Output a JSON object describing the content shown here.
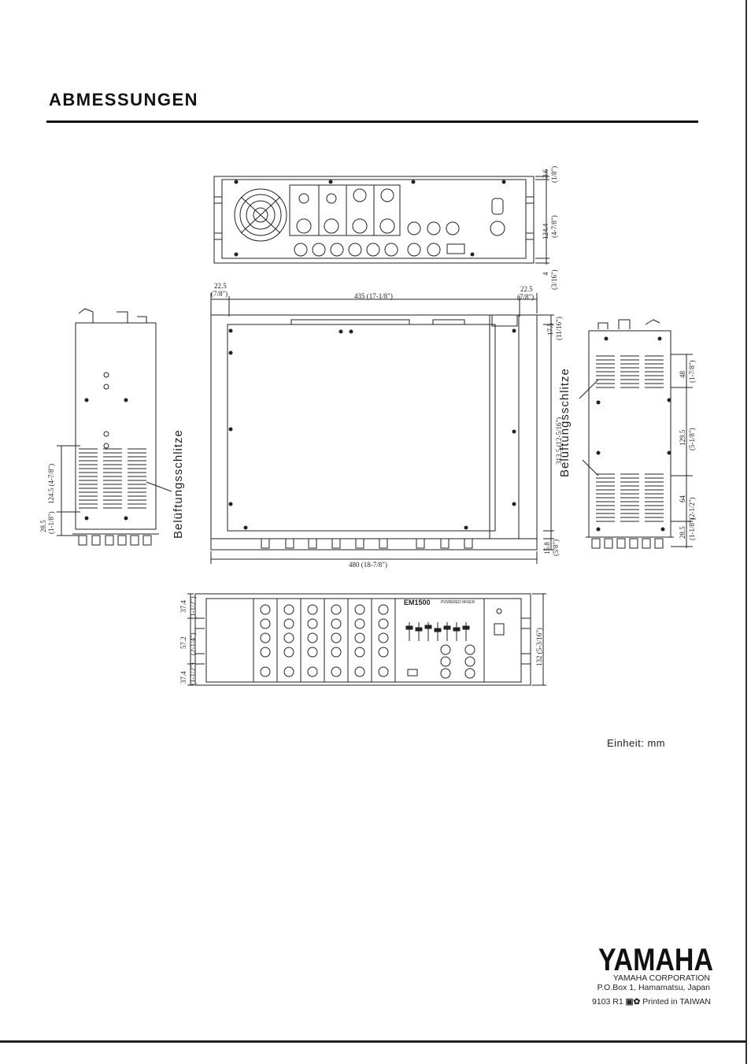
{
  "title": "ABMESSUNGEN",
  "unit": "Einheit: mm",
  "brand": {
    "logo": "YAMAHA",
    "company": "YAMAHA CORPORATION",
    "address": "P.O.Box 1, Hamamatsu, Japan",
    "print_code": "9103 R1",
    "printed": "Printed in TAIWAN"
  },
  "vent_label": "Belüftungsschlitze",
  "rear_view": {
    "dims": [
      "3.6",
      "(1/8\")",
      "124.4",
      "(4-7/8\")",
      "4",
      "(3/16\")"
    ]
  },
  "top_view": {
    "dims": [
      "22.5",
      "(7/8\")",
      "435 (17-1/8\")",
      "22.5",
      "(7/8\")",
      "17.5",
      "(11/16\")",
      "313.5 (12-5/16\")",
      "15.8",
      "(5/8\")",
      "480 (18-7/8\")"
    ]
  },
  "left_side": {
    "dims": [
      "124.5 (4-7/8\")",
      "28.5",
      "(1-1/8\")"
    ]
  },
  "right_side": {
    "dims": [
      "48",
      "(1-7/8\")",
      "129.5",
      "(5-1/8\")",
      "64",
      "(2-1/2\")",
      "28.5",
      "(1-1/8\")"
    ]
  },
  "front_view": {
    "dims": [
      "37.4",
      "(1-1/2\")",
      "57.2",
      "(2-1/4\")",
      "37.4",
      "(1-1/2\")",
      "132 (5-3/16\")"
    ],
    "model": "EM1500",
    "subtitle": "POWERED MIXER"
  }
}
